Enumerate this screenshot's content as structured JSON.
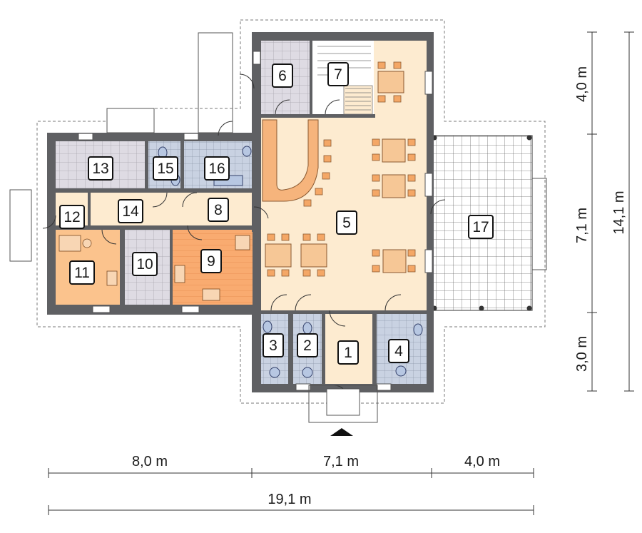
{
  "plan": {
    "rooms": [
      {
        "number": "1"
      },
      {
        "number": "2"
      },
      {
        "number": "3"
      },
      {
        "number": "4"
      },
      {
        "number": "5"
      },
      {
        "number": "6"
      },
      {
        "number": "7"
      },
      {
        "number": "8"
      },
      {
        "number": "9"
      },
      {
        "number": "10"
      },
      {
        "number": "11"
      },
      {
        "number": "12"
      },
      {
        "number": "13"
      },
      {
        "number": "14"
      },
      {
        "number": "15"
      },
      {
        "number": "16"
      },
      {
        "number": "17"
      }
    ],
    "dimensions": {
      "bottom_segments": [
        "8,0 m",
        "7,1 m",
        "4,0 m"
      ],
      "bottom_total": "19,1 m",
      "right_segments": [
        "4,0 m",
        "7,1 m",
        "3,0 m"
      ],
      "right_total": "14,1 m"
    },
    "colors": {
      "wall": "#5f6063",
      "hall": "#fdebd0",
      "kitchen": "#f9a86a",
      "tile": "#d9d6df",
      "bath_tile": "#c5cede",
      "terrace_grid": "#5e5e5e"
    }
  }
}
